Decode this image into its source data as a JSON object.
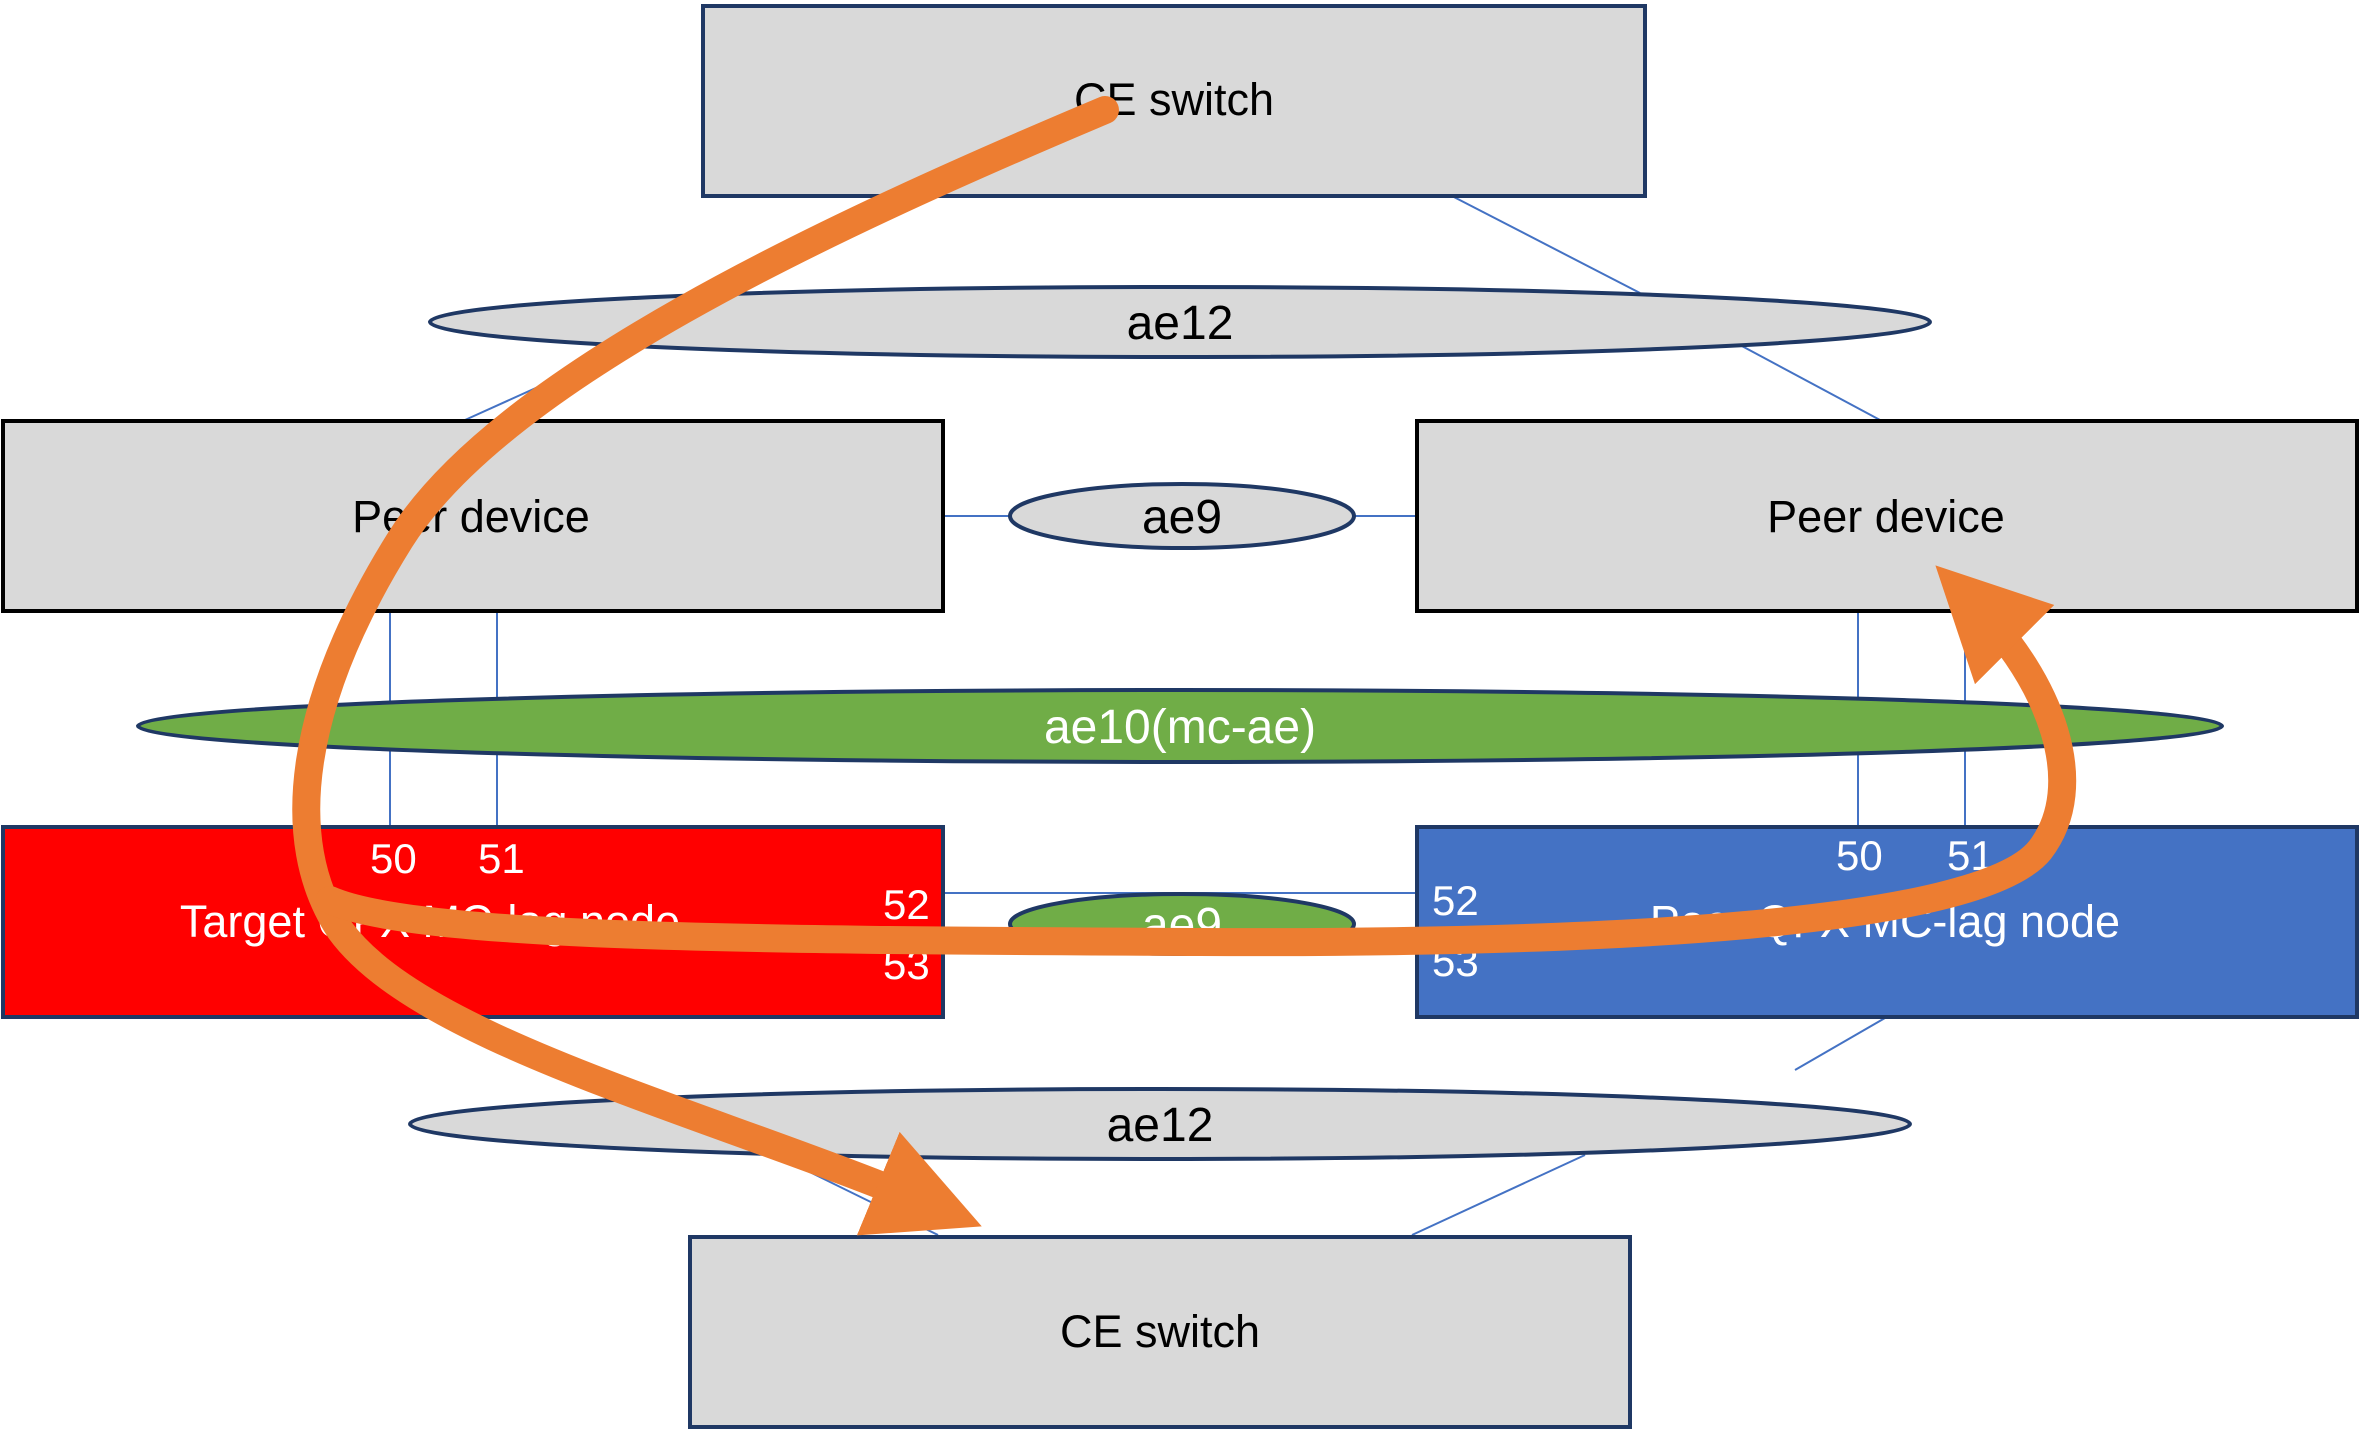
{
  "nodes": {
    "ce_switch_top": {
      "label": "CE switch"
    },
    "peer_device_left": {
      "label": "Peer device"
    },
    "peer_device_right": {
      "label": "Peer device"
    },
    "target_qfx": {
      "label": "Target QFX MC-lag node"
    },
    "peer_qfx": {
      "label": "Peer QFX MC-lag node"
    },
    "ce_switch_bottom": {
      "label": "CE switch"
    }
  },
  "bundles": {
    "ae12_top": {
      "label": "ae12"
    },
    "ae9_top": {
      "label": "ae9"
    },
    "ae10": {
      "label": "ae10(mc-ae)"
    },
    "ae9_bottom": {
      "label": "ae9"
    },
    "ae12_bottom": {
      "label": "ae12"
    }
  },
  "ports": {
    "target": {
      "p50": "50",
      "p51": "51",
      "p52": "52",
      "p53": "53"
    },
    "peer": {
      "p50": "50",
      "p51": "51",
      "p52": "52",
      "p53": "53"
    }
  },
  "colors": {
    "box_fill": "#d9d9d9",
    "box_border": "#000000",
    "oval_border": "#1f3864",
    "target_fill": "#ff0000",
    "peer_qfx_fill": "#4472c4",
    "mc_ae_fill": "#70ad47",
    "link": "#4472c4",
    "flow_arrow": "#ed7d31"
  }
}
